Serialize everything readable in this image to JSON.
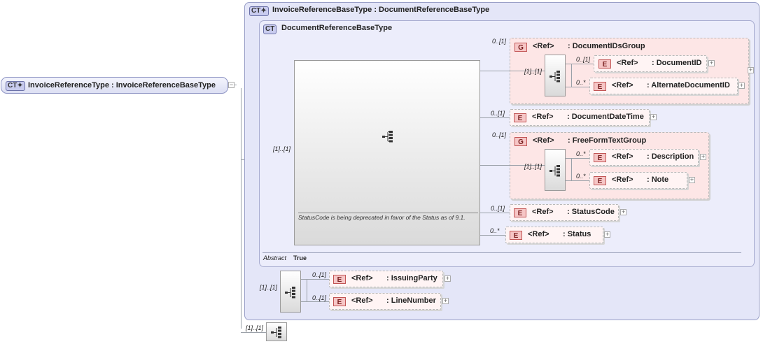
{
  "badges": {
    "complex_type": "CT",
    "group": "G",
    "element": "E"
  },
  "root": {
    "name": "InvoiceReferenceType",
    "base": ": InvoiceReferenceBaseType"
  },
  "outer": {
    "name": "InvoiceReferenceBaseType",
    "base": ": DocumentReferenceBaseType"
  },
  "inner": {
    "name": "DocumentReferenceBaseType"
  },
  "ref_label": "<Ref>",
  "annotation": "StatusCode is being deprecated in favor of the Status as of 9.1.",
  "abstract": {
    "label": "Abstract",
    "value": "True"
  },
  "cardinalities": {
    "inner_seq": "[1]..[1]",
    "group1_seq": "[1]..[1]",
    "group2_seq": "[1]..[1]",
    "outer_seq": "[1]..[1]",
    "root_seq": "[1]..[1]"
  },
  "items": {
    "document_ids_group": {
      "kind": "G",
      "name": ": DocumentIDsGroup",
      "card": "0..[1]"
    },
    "document_id": {
      "kind": "E",
      "name": ": DocumentID",
      "card": "0..[1]"
    },
    "alternate_document_id": {
      "kind": "E",
      "name": ": AlternateDocumentID",
      "card": "0..*"
    },
    "document_date_time": {
      "kind": "E",
      "name": ": DocumentDateTime",
      "card": "0..[1]"
    },
    "free_form_text_group": {
      "kind": "G",
      "name": ": FreeFormTextGroup",
      "card": "0..[1]"
    },
    "description": {
      "kind": "E",
      "name": ": Description",
      "card": "0..*"
    },
    "note": {
      "kind": "E",
      "name": ": Note",
      "card": "0..*"
    },
    "status_code": {
      "kind": "E",
      "name": ": StatusCode",
      "card": "0..[1]"
    },
    "status": {
      "kind": "E",
      "name": ": Status",
      "card": "0..*"
    },
    "issuing_party": {
      "kind": "E",
      "name": ": IssuingParty",
      "card": "0..[1]"
    },
    "line_number": {
      "kind": "E",
      "name": ": LineNumber",
      "card": "0..[1]"
    }
  }
}
